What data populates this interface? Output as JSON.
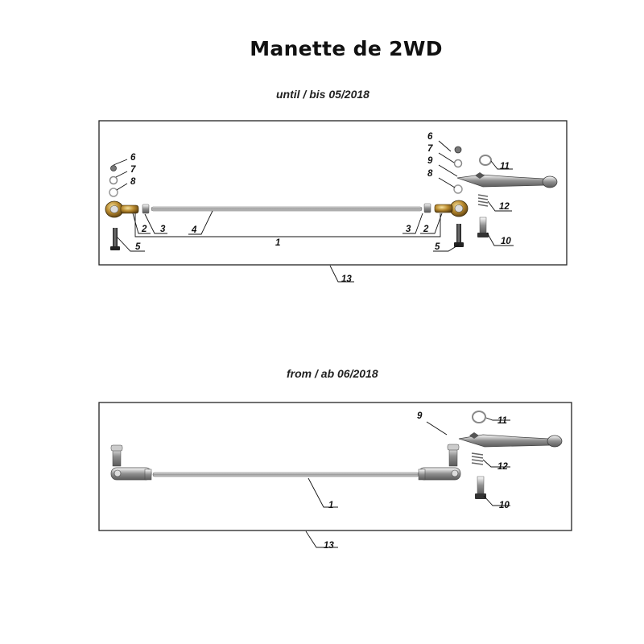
{
  "page": {
    "title": "Manette de 2WD"
  },
  "diagrams": [
    {
      "caption": "until / bis 05/2018",
      "labels": [
        "6",
        "7",
        "8",
        "2",
        "3",
        "4",
        "5",
        "1",
        "3",
        "2",
        "5",
        "6",
        "7",
        "9",
        "8",
        "11",
        "12",
        "10",
        "13"
      ]
    },
    {
      "caption": "from / ab 06/2018",
      "labels": [
        "9",
        "11",
        "12",
        "1",
        "10",
        "13"
      ]
    }
  ]
}
